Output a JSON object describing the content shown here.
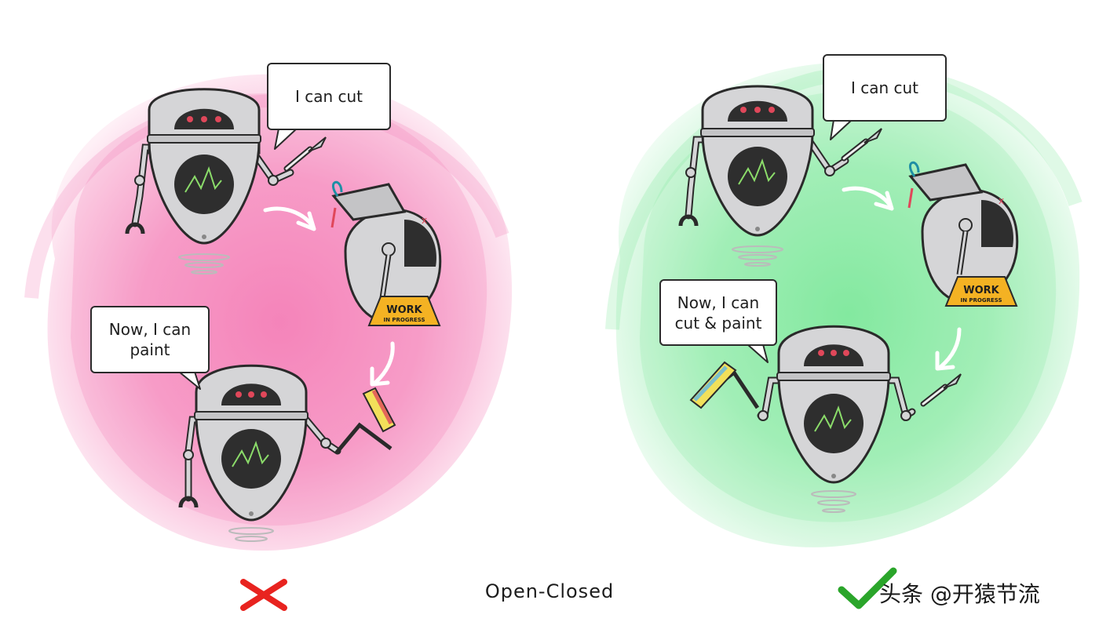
{
  "left_panel": {
    "speech_cut": "I can cut",
    "speech_paint": "Now, I can\npaint",
    "sign_line1": "WORK",
    "sign_line2": "IN PROGRESS",
    "status_icon": "cross-icon"
  },
  "right_panel": {
    "speech_cut": "I can cut",
    "speech_paint": "Now, I can\ncut & paint",
    "sign_line1": "WORK",
    "sign_line2": "IN PROGRESS",
    "status_icon": "check-icon"
  },
  "caption": "Open-Closed",
  "watermark": "头条 @开猿节流",
  "colors": {
    "blob_left": "#f57fb7",
    "blob_right": "#7ee89c",
    "cross": "#e8231f",
    "check": "#2aa52a",
    "robot_body": "#d5d5d7",
    "robot_outline": "#2a2a2a",
    "screen": "#2e2e2e",
    "eyes": "#e0475a",
    "waveform": "#8bdc6a",
    "sign": "#f4b223"
  }
}
